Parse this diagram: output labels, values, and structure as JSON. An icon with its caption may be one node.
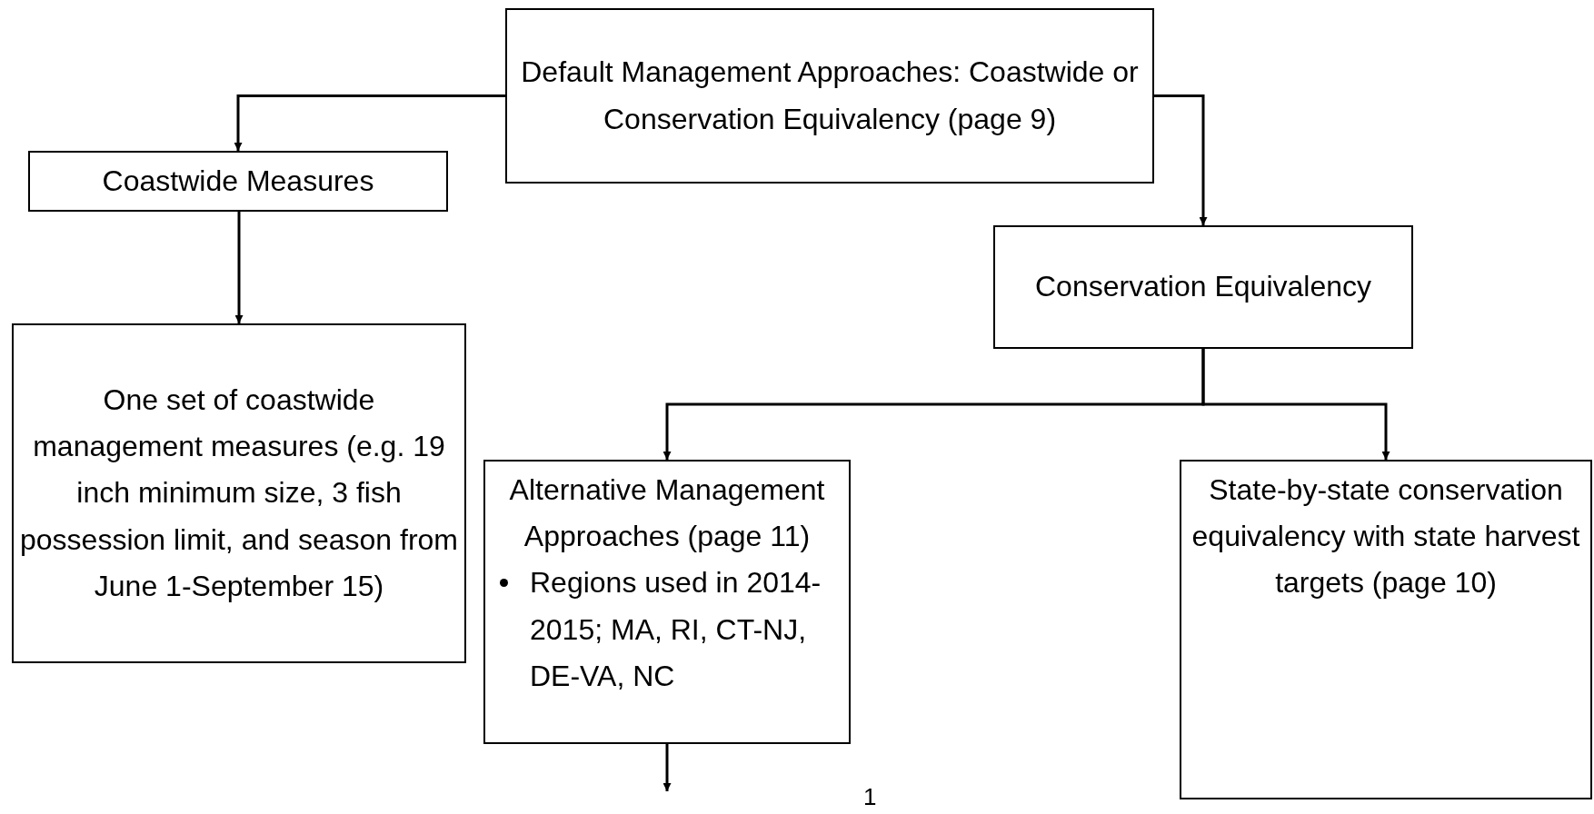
{
  "diagram": {
    "nodes": [
      {
        "text": [
          "Default Management Approaches: Coastwide or Conservation Equivalency (page 9)"
        ]
      },
      {
        "text": [
          "Coastwide Measures"
        ]
      },
      {
        "text": [
          "One set of coastwide management measures (e.g. 19 inch minimum size, 3 fish possession limit, and season from June 1-September 15)"
        ]
      },
      {
        "text": [
          "Conservation Equivalency"
        ]
      },
      {
        "text": [
          "Alternative Management Approaches (page 11)",
          "Regions used in 2014-2015; MA, RI, CT-NJ, DE-VA, NC"
        ]
      },
      {
        "text": [
          "State-by-state conservation equivalency with state harvest targets (page 10)"
        ]
      }
    ],
    "edges": [
      {
        "from": 0,
        "to": 1,
        "arrow": "to"
      },
      {
        "from": 0,
        "to": 3,
        "arrow": "to"
      },
      {
        "from": 1,
        "to": 2,
        "arrow": "to"
      },
      {
        "from": 3,
        "to": 4,
        "arrow": "to"
      },
      {
        "from": 3,
        "to": 5,
        "arrow": "to"
      },
      {
        "from": 4,
        "to": null,
        "arrow": "to"
      }
    ],
    "labels": [
      "1"
    ]
  }
}
